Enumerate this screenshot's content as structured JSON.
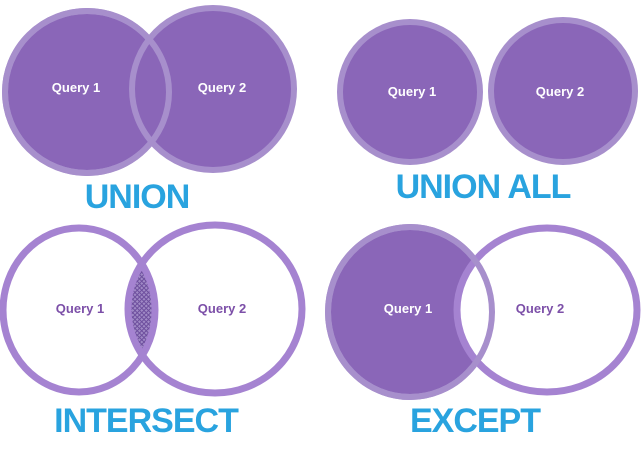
{
  "figure": {
    "description": "Venn diagrams illustrating SQL set operators"
  },
  "colors": {
    "background": "#FFFFFF",
    "circle_fill": "#8A66B8",
    "circle_border": "#A78FCC",
    "circle_outline": "#A583D1",
    "title_blue": "#29A3DF",
    "query_label_white": "#FFFFFF",
    "query_label_purple": "#7C4FA8",
    "hatch_line_dark": "#6E4F9E",
    "hatch_base_light": "#A08AC6"
  },
  "diagrams": {
    "union": {
      "title": "UNION",
      "left_label": "Query 1",
      "right_label": "Query 2"
    },
    "union_all": {
      "title": "UNION ALL",
      "left_label": "Query 1",
      "right_label": "Query 2"
    },
    "intersect": {
      "title": "INTERSECT",
      "left_label": "Query 1",
      "right_label": "Query 2"
    },
    "except": {
      "title": "EXCEPT",
      "left_label": "Query 1",
      "right_label": "Query 2"
    }
  }
}
